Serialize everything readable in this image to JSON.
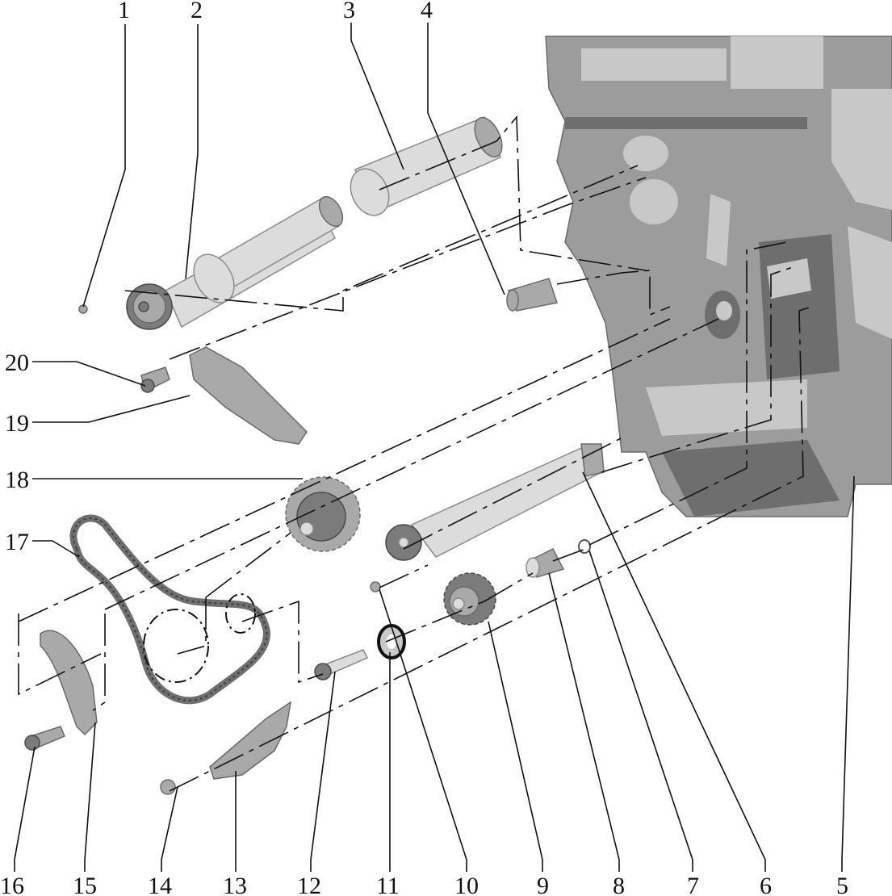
{
  "diagram": {
    "type": "exploded-parts-view",
    "subject": "engine timing chain drive components",
    "callouts_top": [
      {
        "number": "1",
        "part": "small bolt / plug"
      },
      {
        "number": "2",
        "part": "balance shaft with drive sprocket (upper)"
      },
      {
        "number": "3",
        "part": "shaft sleeve / bearing bush"
      },
      {
        "number": "4",
        "part": "plug / pin"
      }
    ],
    "callouts_left": [
      {
        "number": "20",
        "part": "bolt"
      },
      {
        "number": "19",
        "part": "chain guide rail"
      },
      {
        "number": "18",
        "part": "drive sprocket"
      },
      {
        "number": "17",
        "part": "timing chain"
      }
    ],
    "callouts_bottom": [
      {
        "number": "16",
        "part": "bolt"
      },
      {
        "number": "15",
        "part": "tensioner rail"
      },
      {
        "number": "14",
        "part": "bolt"
      },
      {
        "number": "13",
        "part": "chain guide"
      },
      {
        "number": "12",
        "part": "bolt"
      },
      {
        "number": "11",
        "part": "thrust washer"
      },
      {
        "number": "10",
        "part": "plug"
      },
      {
        "number": "9",
        "part": "intermediate gear"
      },
      {
        "number": "8",
        "part": "chain tensioner"
      },
      {
        "number": "7",
        "part": "seal ring"
      },
      {
        "number": "6",
        "part": "balance shaft (lower)"
      },
      {
        "number": "5",
        "part": "engine block"
      }
    ]
  }
}
